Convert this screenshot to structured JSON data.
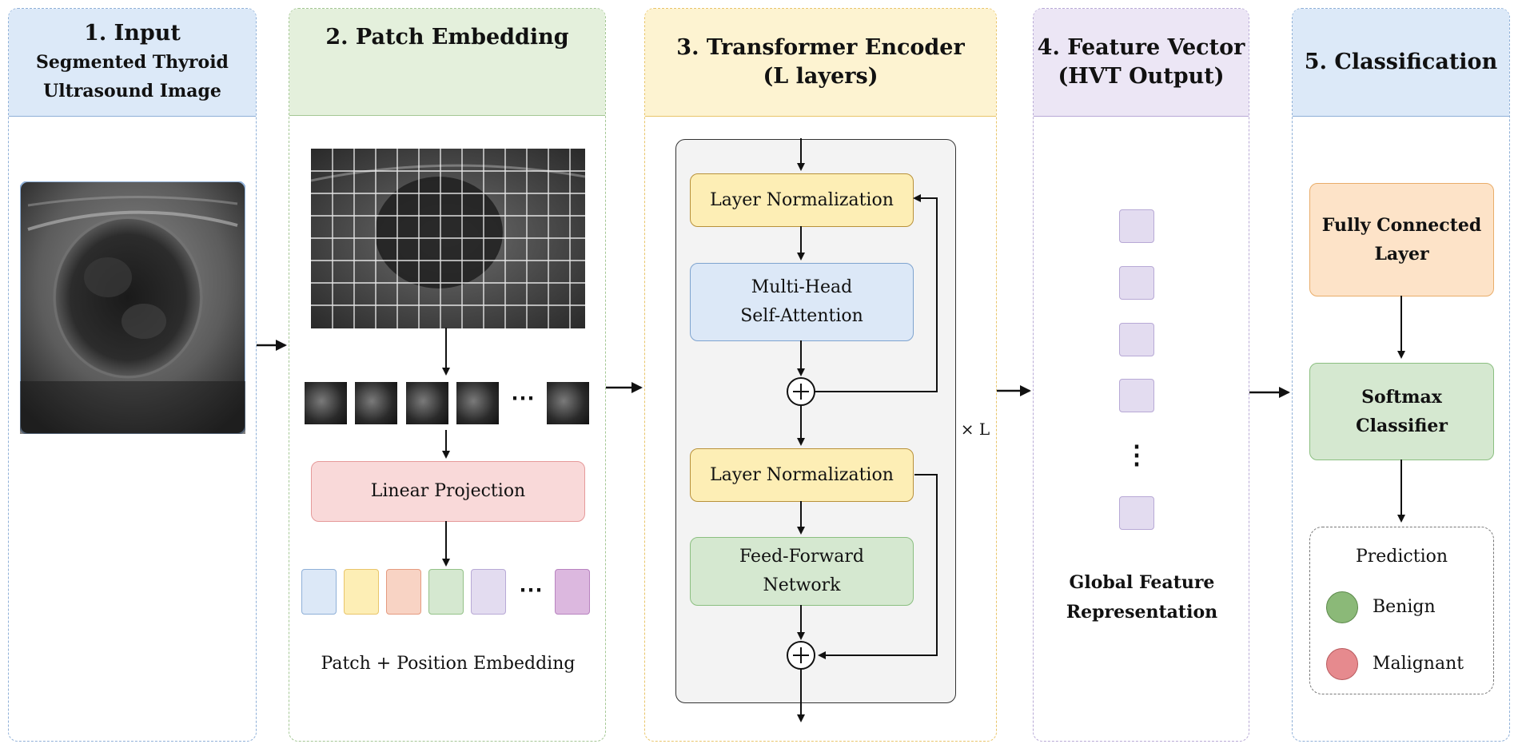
{
  "panels": [
    {
      "title": "1. Input",
      "sub1": "Segmented Thyroid",
      "sub2": "Ultrasound Image"
    },
    {
      "title": "2. Patch Embedding"
    },
    {
      "title": "3. Transformer Encoder",
      "title2": "(L layers)"
    },
    {
      "title": "4. Feature Vector",
      "title2": "(HVT Output)"
    },
    {
      "title": "5. Classification"
    }
  ],
  "patch_embedding": {
    "ellipsis1": "⋯",
    "ellipsis2": "⋯",
    "linear_projection": "Linear Projection",
    "caption": "Patch + Position Embedding",
    "embedding_colors": [
      "#dce8f7",
      "#fdeeb5",
      "#f8d3c4",
      "#d5e8d0",
      "#e3dcf0",
      "#dcb8df"
    ]
  },
  "encoder": {
    "layer_norm_1": "Layer Normalization",
    "mhsa_line1": "Multi-Head",
    "mhsa_line2": "Self-Attention",
    "layer_norm_2": "Layer Normalization",
    "ffn_line1": "Feed-Forward",
    "ffn_line2": "Network",
    "repeat_label": "× L"
  },
  "feature_vector": {
    "dots": "⋮",
    "caption_line1": "Global Feature",
    "caption_line2": "Representation"
  },
  "classification": {
    "fc_line1": "Fully Connected",
    "fc_line2": "Layer",
    "softmax_line1": "Softmax",
    "softmax_line2": "Classifier",
    "prediction_title": "Prediction",
    "classes": [
      {
        "label": "Benign",
        "color": "#8bb978"
      },
      {
        "label": "Malignant",
        "color": "#e68a8e"
      }
    ]
  },
  "colors": {
    "blue_header": "#dce9f8",
    "blue_border": "#8fb0d8",
    "green_header": "#e4f0dc",
    "green_border": "#a4c794",
    "yellow_header": "#fdf3d1",
    "yellow_border": "#e9c56a",
    "purple_header": "#ece6f5",
    "purple_border": "#b8a9d6"
  }
}
